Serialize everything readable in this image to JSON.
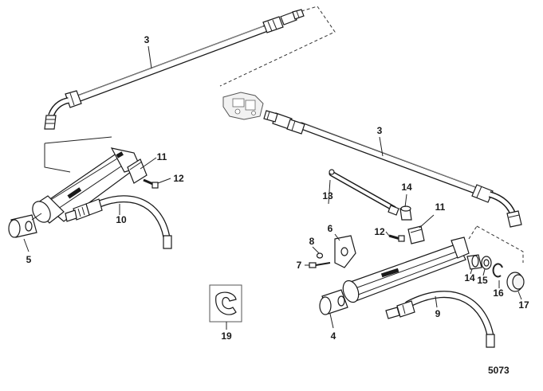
{
  "diagram": {
    "figure_number": "5073",
    "callouts": {
      "c3_top": "3",
      "c3_right": "3",
      "c4": "4",
      "c5": "5",
      "c6": "6",
      "c7": "7",
      "c8": "8",
      "c9": "9",
      "c10": "10",
      "c11_left": "11",
      "c11_right": "11",
      "c12_left": "12",
      "c12_right": "12",
      "c13": "13",
      "c14_top": "14",
      "c14_bottom": "14",
      "c15": "15",
      "c16": "16",
      "c17": "17",
      "c19": "19"
    }
  }
}
